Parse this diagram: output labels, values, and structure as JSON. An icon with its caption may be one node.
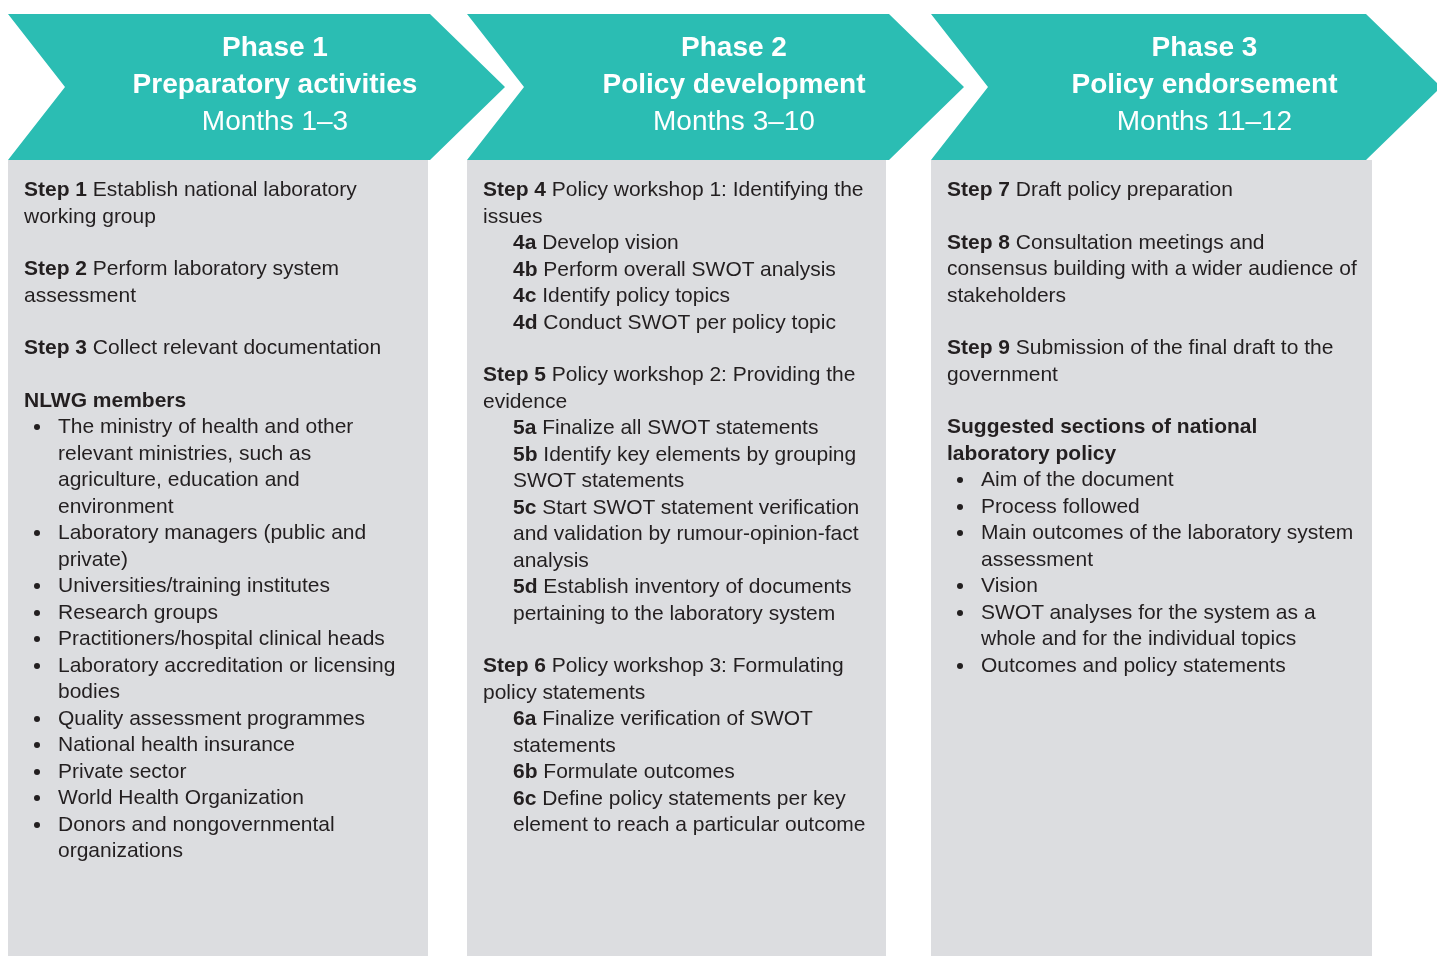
{
  "diagram": {
    "nodes": [
      {
        "text": [
          "Phase 1",
          "Preparatory activities",
          "Months 1–3"
        ]
      },
      {
        "text": [
          "**Step 1** Establish national laboratory working group",
          "**Step 2** Perform laboratory system assessment",
          "**Step 3** Collect relevant documentation",
          "NLWG members",
          "The ministry of health and other relevant ministries, such as agriculture, education and environment",
          "Laboratory managers (public and private)",
          "Universities/training institutes",
          "Research groups",
          "Practitioners/hospital clinical heads",
          "Laboratory accreditation or licensing bodies",
          "Quality assessment programmes",
          "National health insurance",
          "Private sector",
          "World Health Organization",
          "Donors and nongovernmental organizations"
        ]
      },
      {
        "text": [
          "Phase 2",
          "Policy development",
          "Months 3–10"
        ]
      },
      {
        "text": [
          "**Step 4** Policy workshop 1: Identifying the issues",
          "**4a** Develop vision",
          "**4b** Perform overall SWOT analysis",
          "**4c** Identify policy topics",
          "**4d** Conduct SWOT per policy topic",
          "**Step 5** Policy workshop 2: Providing the evidence",
          "**5a** Finalize all SWOT statements",
          "**5b** Identify key elements by grouping SWOT statements",
          "**5c** Start SWOT statement verification and validation by rumour-opinion-fact analysis",
          "**5d** Establish inventory of documents pertaining to the laboratory system",
          "**Step 6** Policy workshop 3: Formulating policy statements",
          "**6a** Finalize verification of SWOT statements",
          "**6b** Formulate outcomes",
          "**6c** Define policy statements per key element to reach a particular outcome"
        ]
      },
      {
        "text": [
          "Phase 3",
          "Policy endorsement",
          "Months 11–12"
        ]
      },
      {
        "text": [
          "**Step 7** Draft policy preparation",
          "**Step 8** Consultation meetings and consensus building with a wider audience of stakeholders",
          "**Step 9** Submission of the final draft to the government",
          "Suggested sections of national laboratory policy",
          "Aim of the document",
          "Process followed",
          "Main outcomes of the laboratory system assessment",
          "Vision",
          "SWOT analyses for the system as a whole and for the individual topics",
          "Outcomes and policy statements"
        ]
      }
    ]
  }
}
